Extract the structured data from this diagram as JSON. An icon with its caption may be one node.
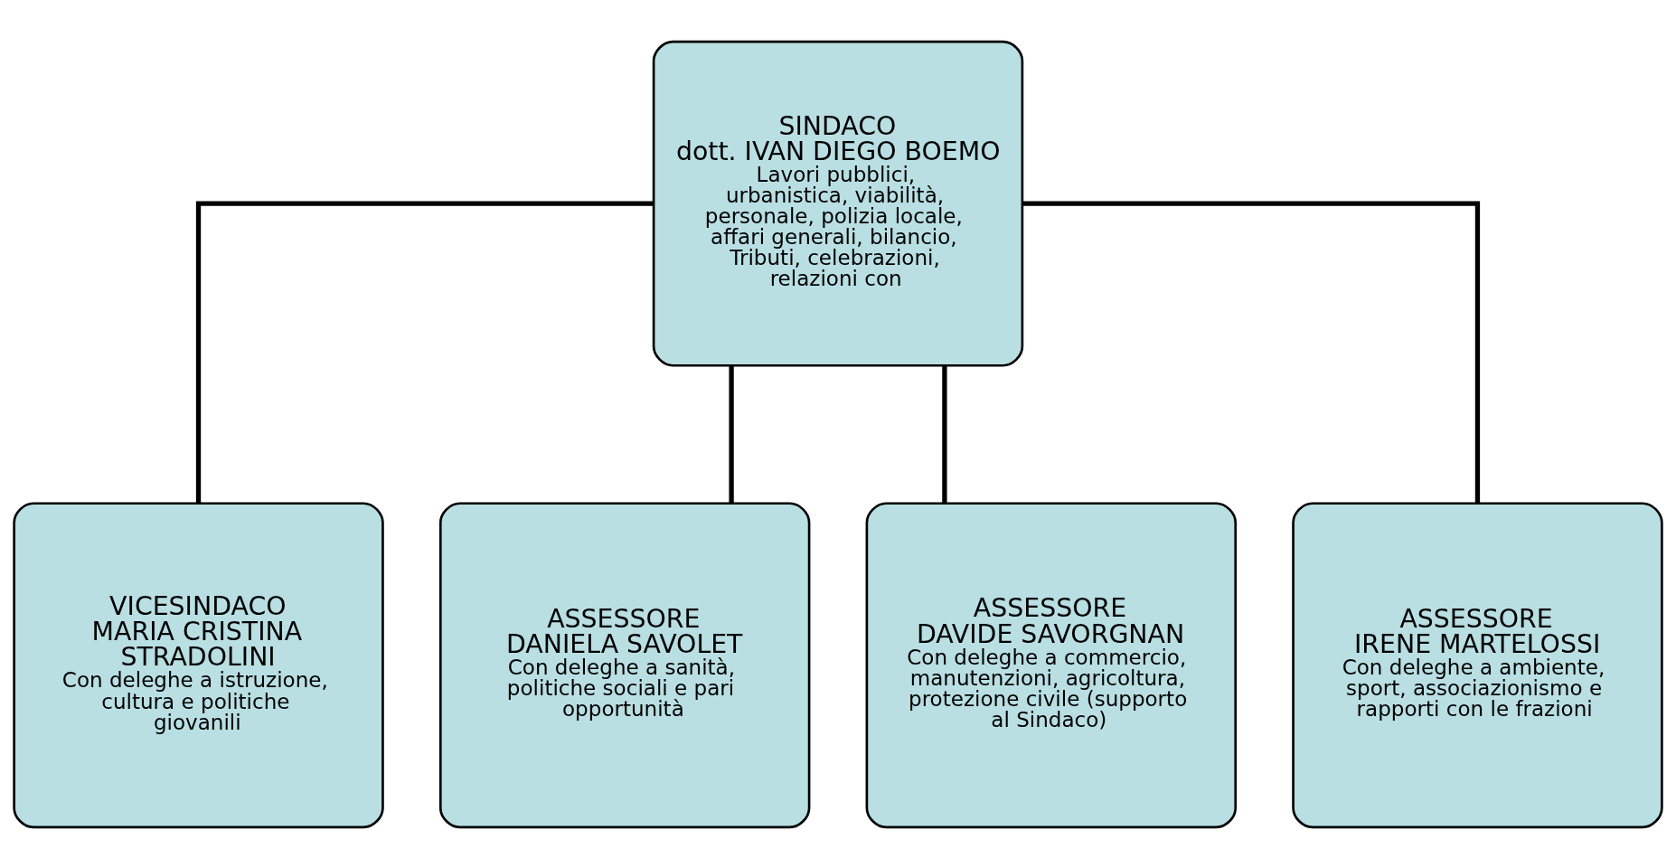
{
  "diagram": {
    "nodes": [
      {
        "text": [
          "SINDACO",
          "dott. IVAN DIEGO BOEMO",
          "Lavori pubblici, urbanistica, viabilità, personale, polizia locale, affari generali, bilancio, Tributi, celebrazioni, relazioni con"
        ]
      },
      {
        "text": [
          "VICESINDACO",
          "MARIA CRISTINA STRADOLINI",
          "Con deleghe a istruzione, cultura e politiche giovanili"
        ]
      },
      {
        "text": [
          "ASSESSORE",
          "DANIELA SAVOLET",
          "Con deleghe a sanità, politiche sociali e pari opportunità"
        ]
      },
      {
        "text": [
          "ASSESSORE",
          "DAVIDE SAVORGNAN",
          "Con deleghe a commercio, manutenzioni, agricoltura, protezione civile (supporto al Sindaco)"
        ]
      },
      {
        "text": [
          "ASSESSORE",
          "IRENE MARTELOSSI",
          "Con deleghe a ambiente, sport, associazionismo e rapporti con le frazioni"
        ]
      }
    ],
    "edges": [
      {
        "from": 0,
        "to": 1,
        "arrow": "none"
      },
      {
        "from": 0,
        "to": 2,
        "arrow": "none"
      },
      {
        "from": 0,
        "to": 3,
        "arrow": "none"
      },
      {
        "from": 0,
        "to": 4,
        "arrow": "none"
      }
    ]
  }
}
